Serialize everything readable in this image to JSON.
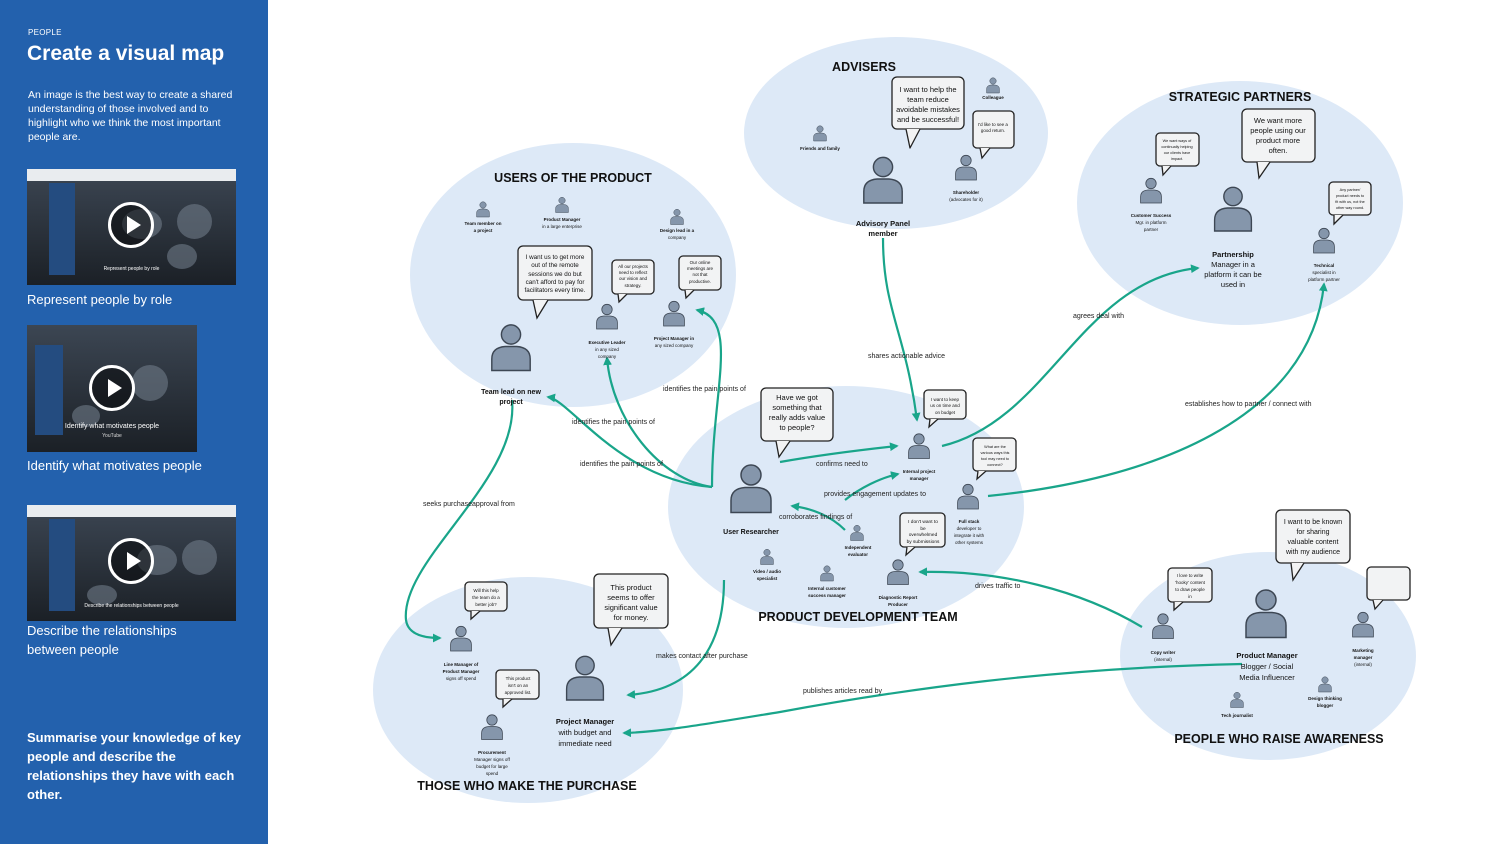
{
  "sidebar": {
    "eyebrow": "PEOPLE",
    "title": "Create a visual map",
    "intro": "An image is the best way to create a shared understanding of those involved and to highlight who we think the most important people are.",
    "videos": [
      {
        "label": "Represent people by role",
        "caption": "Represent people by role",
        "icon": "play-icon"
      },
      {
        "label": "Identify what motivates people",
        "caption": "Identify what motivates people",
        "sub": "YouTube",
        "icon": "play-icon"
      },
      {
        "label": "Describe the relationships between people",
        "caption": "Describe the relationships between people",
        "icon": "play-icon"
      }
    ],
    "summary": "Summarise your knowledge of key people and describe the relationships they have with each other."
  },
  "groups": {
    "advisers": "ADVISERS",
    "users": "USERS OF THE PRODUCT",
    "partners": "STRATEGIC PARTNERS",
    "product": "PRODUCT DEVELOPMENT TEAM",
    "purchase": "THOSE WHO MAKE THE PURCHASE",
    "awareness": "PEOPLE WHO RAISE AWARENESS"
  },
  "people": {
    "advisory": [
      "Advisory Panel",
      "member"
    ],
    "colleague": "Colleague",
    "friends": "Friends and family",
    "shareholder": [
      "Shareholder",
      "(advocates for it)"
    ],
    "team_member": [
      "Team member on",
      "a project"
    ],
    "pm_large": [
      "Product Manager",
      "in a large enterprise"
    ],
    "design_lead": [
      "Design lead in a",
      "company"
    ],
    "team_lead": [
      "Team lead on new",
      "project"
    ],
    "exec": [
      "Executive Leader",
      "in any sized",
      "company"
    ],
    "pm_any": [
      "Project Manager in",
      "any sized company"
    ],
    "cs_mgr": [
      "Customer Success",
      "Mgr. in platform",
      "partner"
    ],
    "partnership": [
      "Partnership",
      "Manager in a",
      "platform it can be",
      "used in"
    ],
    "tech_spec": [
      "Technical",
      "specialist in",
      "platform partner"
    ],
    "user_researcher": "User Researcher",
    "internal_pm": [
      "Internal project",
      "manager"
    ],
    "fullstack": [
      "Full stack",
      "developer to",
      "integrate it with",
      "other systems"
    ],
    "indep_eval": [
      "Independent",
      "evaluator"
    ],
    "video": [
      "Video / audio",
      "specialist"
    ],
    "internal_cs": [
      "Internal customer",
      "success manager"
    ],
    "diag": [
      "Diagnostic Report",
      "Producer"
    ],
    "line_mgr": [
      "Line Manager of",
      "Product Manager",
      "signs off spend"
    ],
    "procurement": [
      "Procurement",
      "Manager signs off",
      "budget for large",
      "spend"
    ],
    "pm_budget": [
      "Project Manager",
      "with budget and",
      "immediate need"
    ],
    "copywriter": [
      "Copy writer",
      "(internal)"
    ],
    "pm_blogger": [
      "Product Manager",
      "Blogger / Social",
      "Media Influencer"
    ],
    "marketing": [
      "Marketing",
      "manager",
      "(internal)"
    ],
    "tech_journalist": "Tech journalist",
    "design_blogger": [
      "Design thinking",
      "blogger"
    ]
  },
  "quotes": {
    "advisory": [
      "I want to help the",
      "team reduce",
      "avoidable mistakes",
      "and be successful!"
    ],
    "shareholder": [
      "I'd like to see a",
      "good return."
    ],
    "team_lead": [
      "I want us to get more",
      "out of the remote",
      "sessions we do but",
      "can't afford to pay for",
      "facilitators every time."
    ],
    "exec": [
      "All our projects",
      "need to reflect",
      "our vision and",
      "strategy."
    ],
    "pm_any": [
      "Our online",
      "meetings are",
      "not that",
      "productive."
    ],
    "cs_mgr": [
      "We want ways of",
      "continually helping",
      "our clients have",
      "impact."
    ],
    "partnership": [
      "We want more",
      "people using our",
      "product more",
      "often."
    ],
    "tech_spec": [
      "Any partner/",
      "product needs to",
      "fit with us, not the",
      "other way round."
    ],
    "user_researcher": [
      "Have we got",
      "something that",
      "really adds value",
      "to people?"
    ],
    "internal_pm": [
      "I want to keep",
      "us on time and",
      "on budget"
    ],
    "fullstack": [
      "What are the",
      "various ways this",
      "tool may need to",
      "connect?"
    ],
    "indep_eval": [
      "I don't want to",
      "be",
      "overwhelmed",
      "by submissions"
    ],
    "line_mgr": [
      "Will this help",
      "the team do a",
      "better job?"
    ],
    "procurement": [
      "This product",
      "isn't on an",
      "approved list."
    ],
    "pm_budget": [
      "This product",
      "seems to offer",
      "significant value",
      "for money."
    ],
    "copywriter": [
      "I love to write",
      "'hooky' content",
      "to draw people",
      "in"
    ],
    "pm_blogger": [
      "I want to be known",
      "for sharing",
      "valuable content",
      "with my audience"
    ]
  },
  "relationships": {
    "shares_advice": "shares actionable advice",
    "agrees_deal": "agrees deal with",
    "establishes": "establishes how to partner / connect with",
    "pain1": "identifies the pain points of",
    "pain2": "identifies the pain points of",
    "pain3": "identifies the pain points of",
    "confirms": "confirms need to",
    "updates": "provides engagement updates to",
    "corroborates": "corroborates findings of",
    "seeks": "seeks purchaseapproval from",
    "makes_contact": "makes contact after purchase",
    "drives": "drives traffic to",
    "publishes": "publishes articles read by"
  },
  "colors": {
    "sidebar": "#2361ad",
    "group_bg": "#dde9f7",
    "person": "#8596ab",
    "arrow": "#19a58a"
  }
}
